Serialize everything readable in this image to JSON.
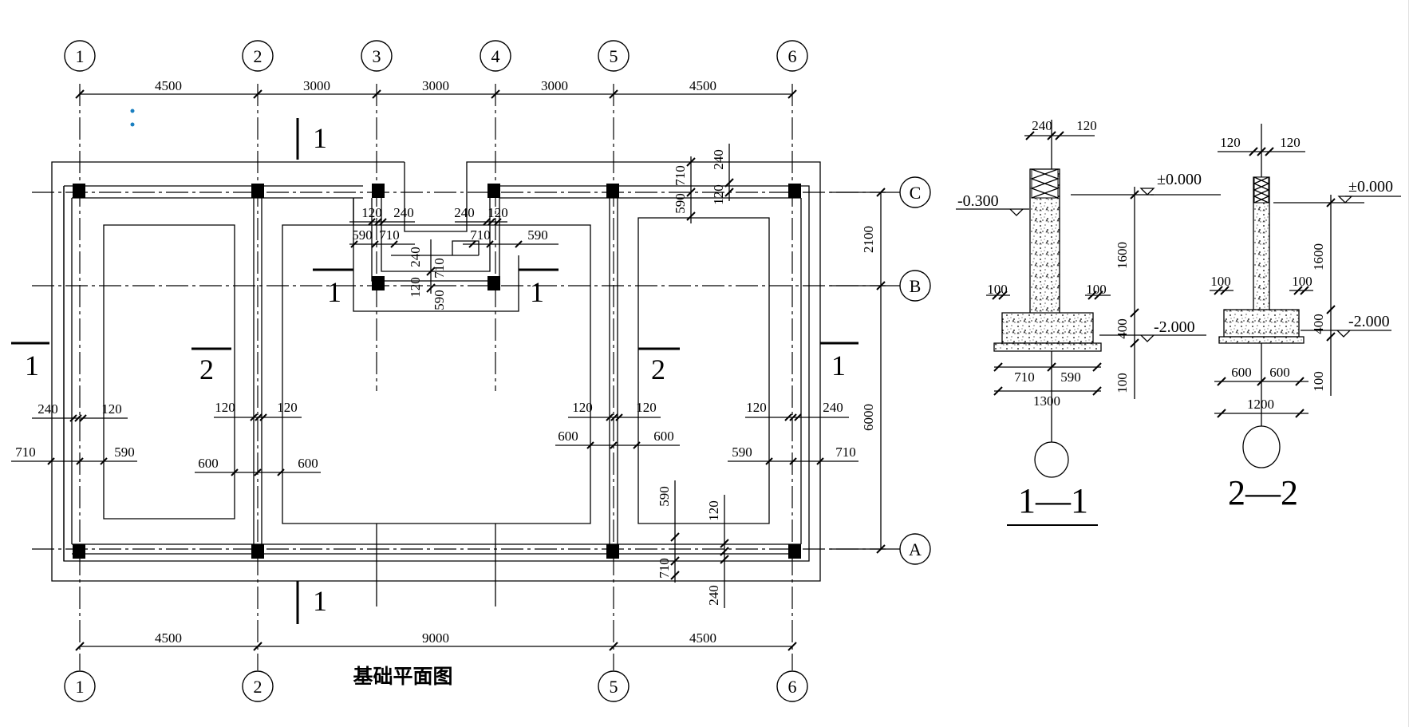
{
  "plan": {
    "title": "基础平面图",
    "axes_top": [
      "1",
      "2",
      "3",
      "4",
      "5",
      "6"
    ],
    "axes_bottom": [
      "1",
      "2",
      "5",
      "6"
    ],
    "axes_right": [
      "C",
      "B",
      "A"
    ],
    "dims_top": [
      "4500",
      "3000",
      "3000",
      "3000",
      "4500"
    ],
    "dims_bottom": [
      "4500",
      "9000",
      "4500"
    ],
    "dims_right": [
      "2100",
      "6000"
    ],
    "section_marks": [
      "1",
      "1",
      "1",
      "1",
      "2",
      "2",
      "1",
      "1"
    ],
    "detail_dims": {
      "a": "120",
      "b": "240",
      "c": "590",
      "d": "710",
      "e": "600",
      "f": "120",
      "g": "240"
    }
  },
  "section_1": {
    "title": "1—1",
    "dims_top": [
      "240",
      "120"
    ],
    "elev_top": "±0.000",
    "elev_ground": "-0.300",
    "elev_bottom": "-2.000",
    "height_wall": "1600",
    "height_footing": "400",
    "height_pad": "100",
    "offsets": [
      "100",
      "100"
    ],
    "base_split": [
      "710",
      "590"
    ],
    "base_width": "1300"
  },
  "section_2": {
    "title": "2—2",
    "dims_top": [
      "120",
      "120"
    ],
    "elev_top": "±0.000",
    "elev_bottom": "-2.000",
    "height_wall": "1600",
    "height_footing": "400",
    "height_pad": "100",
    "offsets": [
      "100",
      "100"
    ],
    "base_split": [
      "600",
      "600"
    ],
    "base_width": "1200"
  }
}
